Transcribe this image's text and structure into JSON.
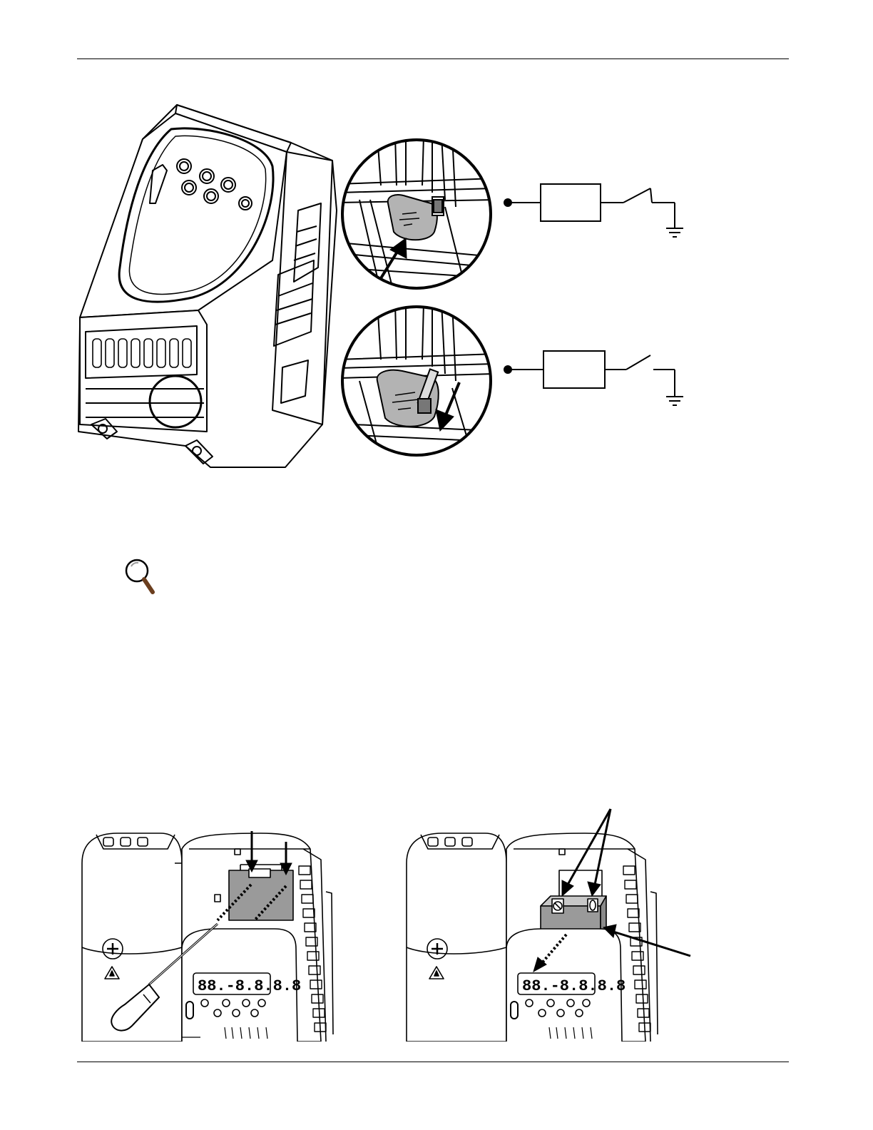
{
  "page": {
    "background": "#ffffff",
    "ink": "#000000",
    "filter_grey": "#b3b3b3",
    "emc_module_grey": "#9a9a9a"
  },
  "figures": {
    "drive_with_emc_screw": {
      "icon": "drive-isometric-illustration",
      "detail_upper": {
        "icon": "emc-filter-screw-inserted",
        "arrow": "arrow-up-right"
      },
      "detail_lower": {
        "icon": "emc-filter-screw-removed",
        "arrow": "arrow-down-left"
      }
    },
    "schematic_connected": {
      "icon": "filter-connected-to-ground-schematic",
      "switch_state": "closed"
    },
    "schematic_disconnected": {
      "icon": "filter-disconnected-from-ground-schematic",
      "switch_state": "open"
    },
    "note": {
      "icon": "magnifying-glass-icon"
    },
    "emc_module_removal": {
      "icon": "drive-front-emc-module-unscrew",
      "tool": "screwdriver-icon"
    },
    "emc_module_fitted": {
      "icon": "drive-front-emc-module-fitted"
    }
  }
}
